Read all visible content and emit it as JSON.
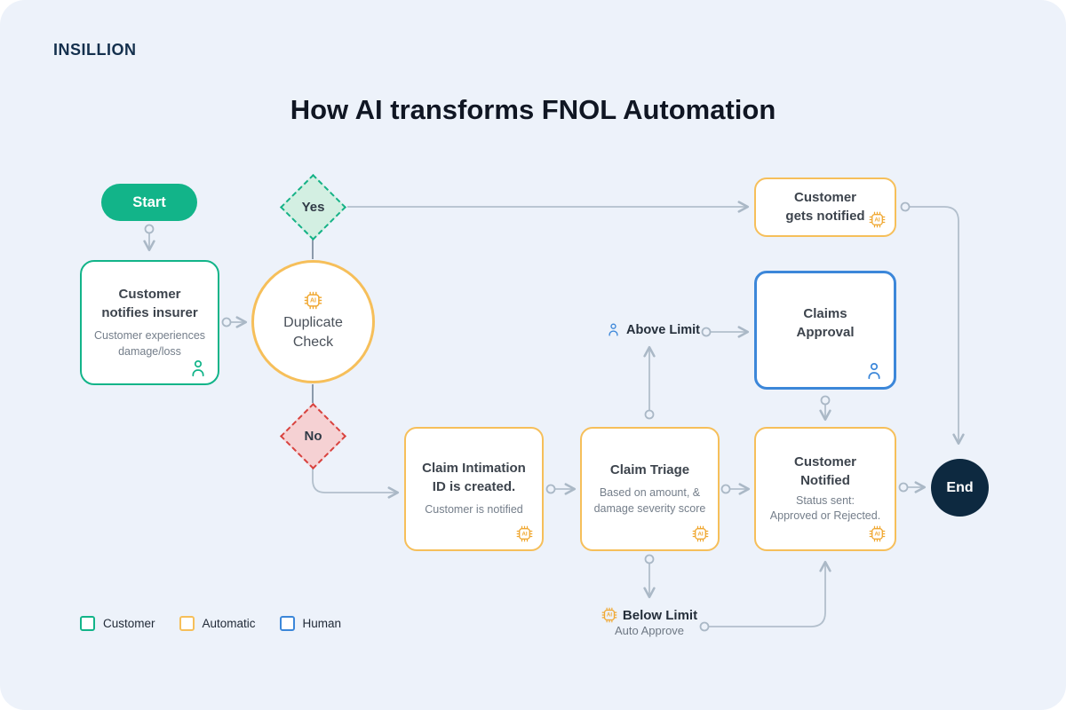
{
  "brand": {
    "logo_text": "INSILLION"
  },
  "page": {
    "title": "How AI transforms FNOL Automation"
  },
  "icons": {
    "ai_label": "AI",
    "person": "person-icon",
    "ai_chip": "ai-chip-icon"
  },
  "colors": {
    "background": "#edf2fa",
    "customer": "#12b489",
    "automatic": "#f6bf5a",
    "human": "#3c87d9",
    "end_node": "#0d2940",
    "connector": "#b2bfcc",
    "yes_fill": "#d3efe2",
    "yes_border": "#16b287",
    "no_fill": "#f5d1d3",
    "no_border": "#d8433f"
  },
  "nodes": {
    "start": {
      "label": "Start"
    },
    "customer_notifies_insurer": {
      "title": "Customer\nnotifies insurer",
      "subtitle": "Customer experiences\ndamage/loss"
    },
    "duplicate_check": {
      "title": "Duplicate\nCheck"
    },
    "decision_yes": {
      "label": "Yes"
    },
    "decision_no": {
      "label": "No"
    },
    "customer_gets_notified": {
      "title": "Customer\ngets notified"
    },
    "claims_approval": {
      "title": "Claims\nApproval"
    },
    "claim_intimation": {
      "title": "Claim Intimation\nID is created.",
      "subtitle": "Customer is notified"
    },
    "claim_triage": {
      "title": "Claim Triage",
      "subtitle": "Based on amount, &\ndamage severity score"
    },
    "customer_notified": {
      "title": "Customer\nNotified",
      "subtitle": "Status sent:\nApproved or Rejected."
    },
    "end": {
      "label": "End"
    }
  },
  "labels": {
    "above_limit": {
      "title": "Above Limit"
    },
    "below_limit": {
      "title": "Below Limit",
      "subtitle": "Auto Approve"
    }
  },
  "legend": {
    "items": [
      {
        "label": "Customer",
        "color": "#12b489"
      },
      {
        "label": "Automatic",
        "color": "#f6bf5a"
      },
      {
        "label": "Human",
        "color": "#3c87d9"
      }
    ]
  }
}
